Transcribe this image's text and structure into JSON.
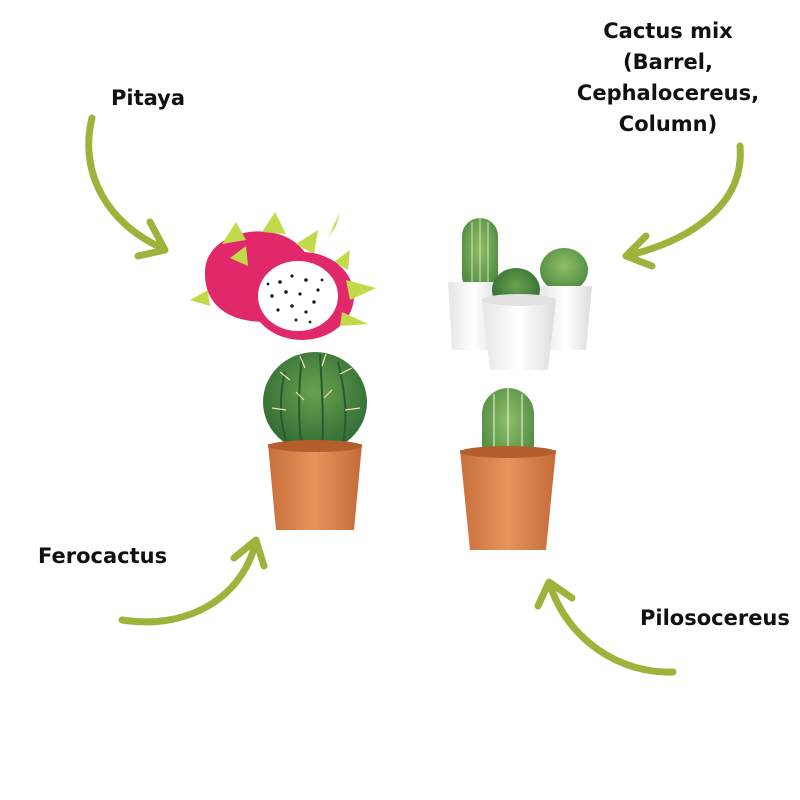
{
  "labels": {
    "pitaya": "Pitaya",
    "cactus_mix_line1": "Cactus mix",
    "cactus_mix_line2": "(Barrel,",
    "cactus_mix_line3": "Cephalocereus,",
    "cactus_mix_line4": "Column)",
    "ferocactus": "Ferocactus",
    "pilosocereus": "Pilosocereus"
  },
  "icons": {
    "arrows": "curved-arrow-icon",
    "pitaya": "dragon-fruit-icon",
    "cactus_mix": "potted-cactus-trio-icon",
    "ferocactus": "barrel-cactus-pot-icon",
    "pilosocereus": "column-cactus-pot-icon"
  },
  "colors": {
    "arrow": "#9db43c",
    "pitaya_skin": "#e0286a",
    "pitaya_flesh": "#ffffff",
    "pitaya_seeds": "#1a1a1a",
    "cactus_green": "#4f8a3f",
    "terracotta": "#d9834e",
    "white_pot": "#f5f5f5"
  }
}
